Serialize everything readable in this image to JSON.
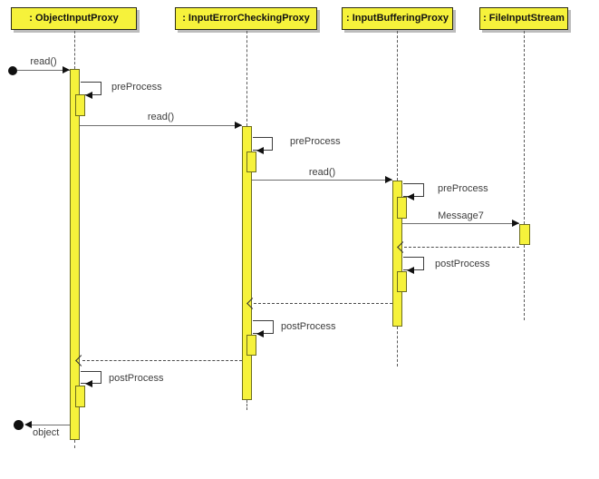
{
  "participants": [
    {
      "name": ": ObjectInputProxy"
    },
    {
      "name": ": InputErrorCheckingProxy"
    },
    {
      "name": ": InputBufferingProxy"
    },
    {
      "name": ": FileInputStream"
    }
  ],
  "messages": {
    "read_start": "read()",
    "pre_process_1": "preProcess",
    "read_1_2": "read()",
    "pre_process_2": "preProcess",
    "read_2_3": "read()",
    "pre_process_3": "preProcess",
    "message7": "Message7",
    "post_process_3": "postProcess",
    "post_process_2": "postProcess",
    "post_process_1": "postProcess",
    "object_return": "object"
  },
  "colors": {
    "box_fill": "#F6F23B",
    "box_border": "#2b2b14",
    "activation_fill": "#F6F23B",
    "activation_border": "#6d6d1e",
    "shadow": "#bcbcbc",
    "line": "#6e6e6e",
    "text": "#3d3d3d"
  }
}
